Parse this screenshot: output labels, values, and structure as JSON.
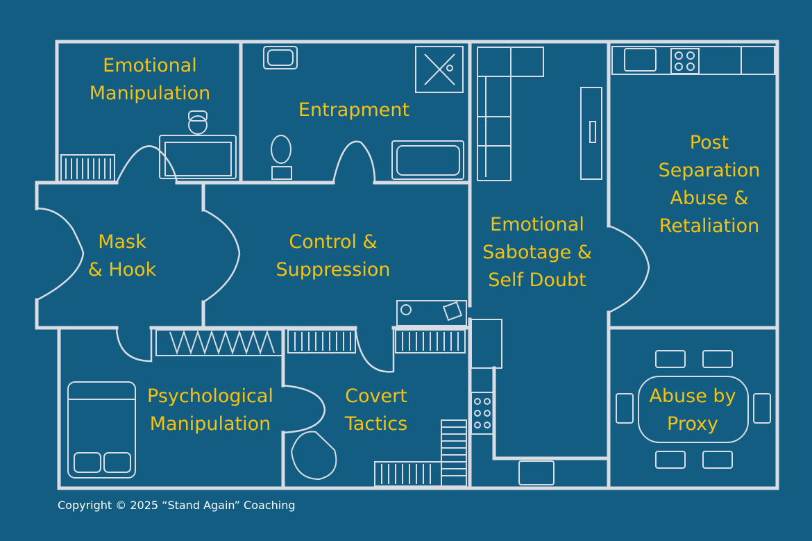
{
  "rooms": {
    "emotional_manipulation": [
      "Emotional",
      "Manipulation"
    ],
    "entrapment": [
      "Entrapment"
    ],
    "post_separation": [
      "Post",
      "Separation",
      "Abuse &",
      "Retaliation"
    ],
    "mask_hook": [
      "Mask",
      "& Hook"
    ],
    "control_suppression": [
      "Control &",
      "Suppression"
    ],
    "emotional_sabotage": [
      "Emotional",
      "Sabotage &",
      "Self Doubt"
    ],
    "psychological_manipulation": [
      "Psychological",
      "Manipulation"
    ],
    "covert_tactics": [
      "Covert",
      "Tactics"
    ],
    "abuse_by_proxy": [
      "Abuse by",
      "Proxy"
    ]
  },
  "copyright": "Copyright © 2025 “Stand Again” Coaching",
  "colors": {
    "background": "#135d83",
    "wall": "#d9dde3",
    "label": "#f5c20f",
    "text": "#ffffff"
  }
}
